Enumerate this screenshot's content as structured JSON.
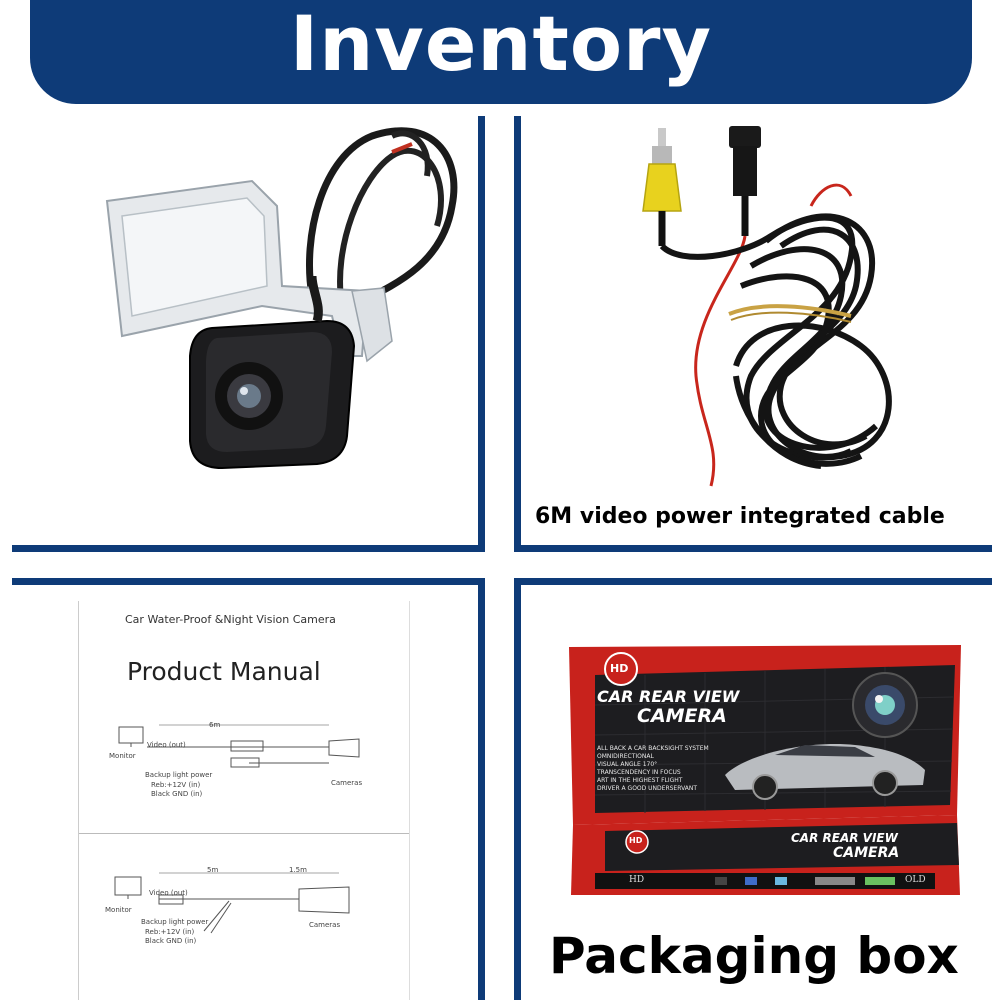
{
  "header": {
    "title": "Inventory"
  },
  "colors": {
    "brand": "#0e3b78",
    "cable_plug": "#e8d21e",
    "box_red": "#c8221c"
  },
  "panels": {
    "camera": {
      "icon": "camera-photo"
    },
    "cable": {
      "caption": "6M video power integrated cable"
    },
    "manual": {
      "subtitle": "Car Water-Proof &Night Vision Camera",
      "title": "Product Manual",
      "diagram1": {
        "monitor": "Monitor",
        "video_out": "Video (out)",
        "length": "6m",
        "backup": "Backup light power",
        "red": "Reb:+12V (in)",
        "black": "Black GND (in)",
        "cameras": "Cameras"
      },
      "diagram2": {
        "monitor": "Monitor",
        "video_out": "Video (out)",
        "length_a": "5m",
        "length_b": "1.5m",
        "backup": "Backup light power",
        "red": "Reb:+12V (in)",
        "black": "Black GND (in)",
        "cameras": "Cameras"
      }
    },
    "box": {
      "badge": "HD",
      "brand_line1": "CAR REAR VIEW",
      "brand_line2": "CAMERA",
      "features": [
        "ALL BACK A CAR BACKSIGHT SYSTEM",
        "OMNIDIRECTIONAL",
        "VISUAL ANGLE 170°",
        "TRANSCENDENCY IN FOCUS",
        "ART IN THE HIGHEST FLIGHT",
        "DRIVER A GOOD UNDERSERVANT"
      ],
      "side_badge": "HD",
      "side_line1": "CAR REAR VIEW",
      "side_line2": "CAMERA",
      "strip_left": "HD",
      "strip_right": "OLD",
      "caption": "Packaging box"
    }
  }
}
